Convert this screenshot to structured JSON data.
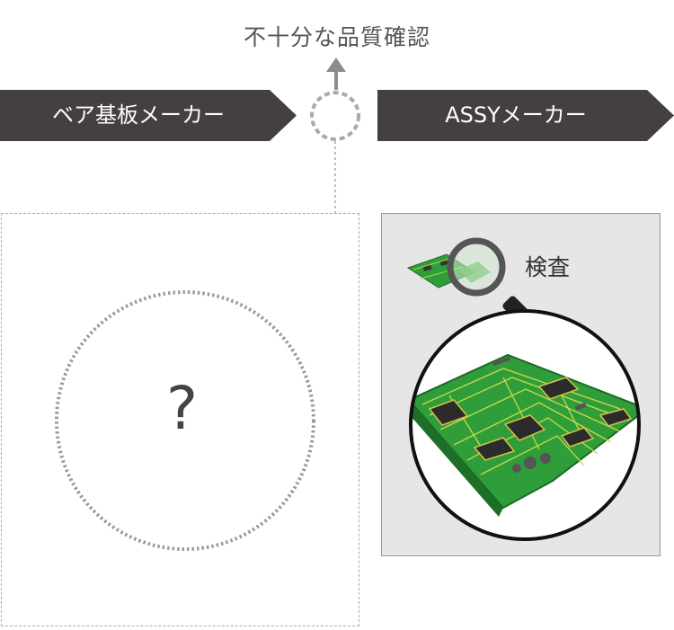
{
  "diagram": {
    "top_label": "不十分な品質確認",
    "left_banner": "ベア基板メーカー",
    "right_banner": "ASSYメーカー",
    "unknown_mark": "?",
    "inspection_label": "検査"
  },
  "colors": {
    "banner_bg": "#454040",
    "panel_bg": "#e6e6e6",
    "pcb_green": "#2f9e3a",
    "dashed_gray": "#aaaaaa"
  },
  "icons": [
    "arrow-up-icon",
    "magnifier-icon",
    "circuit-board-icon",
    "question-icon"
  ]
}
